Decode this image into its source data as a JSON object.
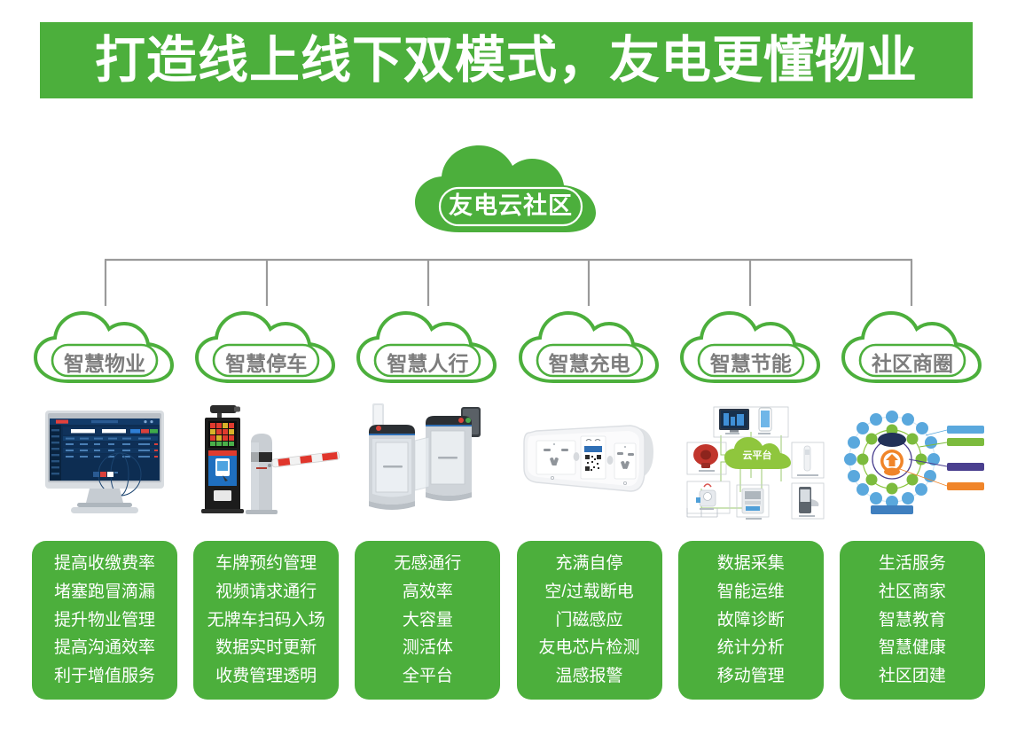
{
  "title": "打造线上线下双模式，友电更懂物业",
  "hero": {
    "label": "友电云社区"
  },
  "colors": {
    "green": "#4CAF3C",
    "cloud_text": "#7d7d7d",
    "bracket": "#9a9a9a"
  },
  "columns": [
    {
      "category": "智慧物业",
      "product": "desktop-monitor-dashboard",
      "features": [
        "提高收缴费率",
        "堵塞跑冒滴漏",
        "提升物业管理",
        "提高沟通效率",
        "利于增值服务"
      ]
    },
    {
      "category": "智慧停车",
      "product": "parking-kiosk-barrier-gate",
      "features": [
        "车牌预约管理",
        "视频请求通行",
        "无牌车扫码入场",
        "数据实时更新",
        "收费管理透明"
      ]
    },
    {
      "category": "智慧人行",
      "product": "pedestrian-speed-gate-turnstile",
      "features": [
        "无感通行",
        "高效率",
        "大容量",
        "测活体",
        "全平台"
      ]
    },
    {
      "category": "智慧充电",
      "product": "smart-charging-socket-panel",
      "features": [
        "充满自停",
        "空/过载断电",
        "门磁感应",
        "友电芯片检测",
        "温感报警"
      ]
    },
    {
      "category": "智慧节能",
      "product": "energy-cloud-topology-diagram",
      "product_center_label": "云平台",
      "features": [
        "数据采集",
        "智能运维",
        "故障诊断",
        "统计分析",
        "移动管理"
      ]
    },
    {
      "category": "社区商圈",
      "product": "community-ecosystem-ring-diagram",
      "features": [
        "生活服务",
        "社区商家",
        "智慧教育",
        "智慧健康",
        "社区团建"
      ]
    }
  ]
}
